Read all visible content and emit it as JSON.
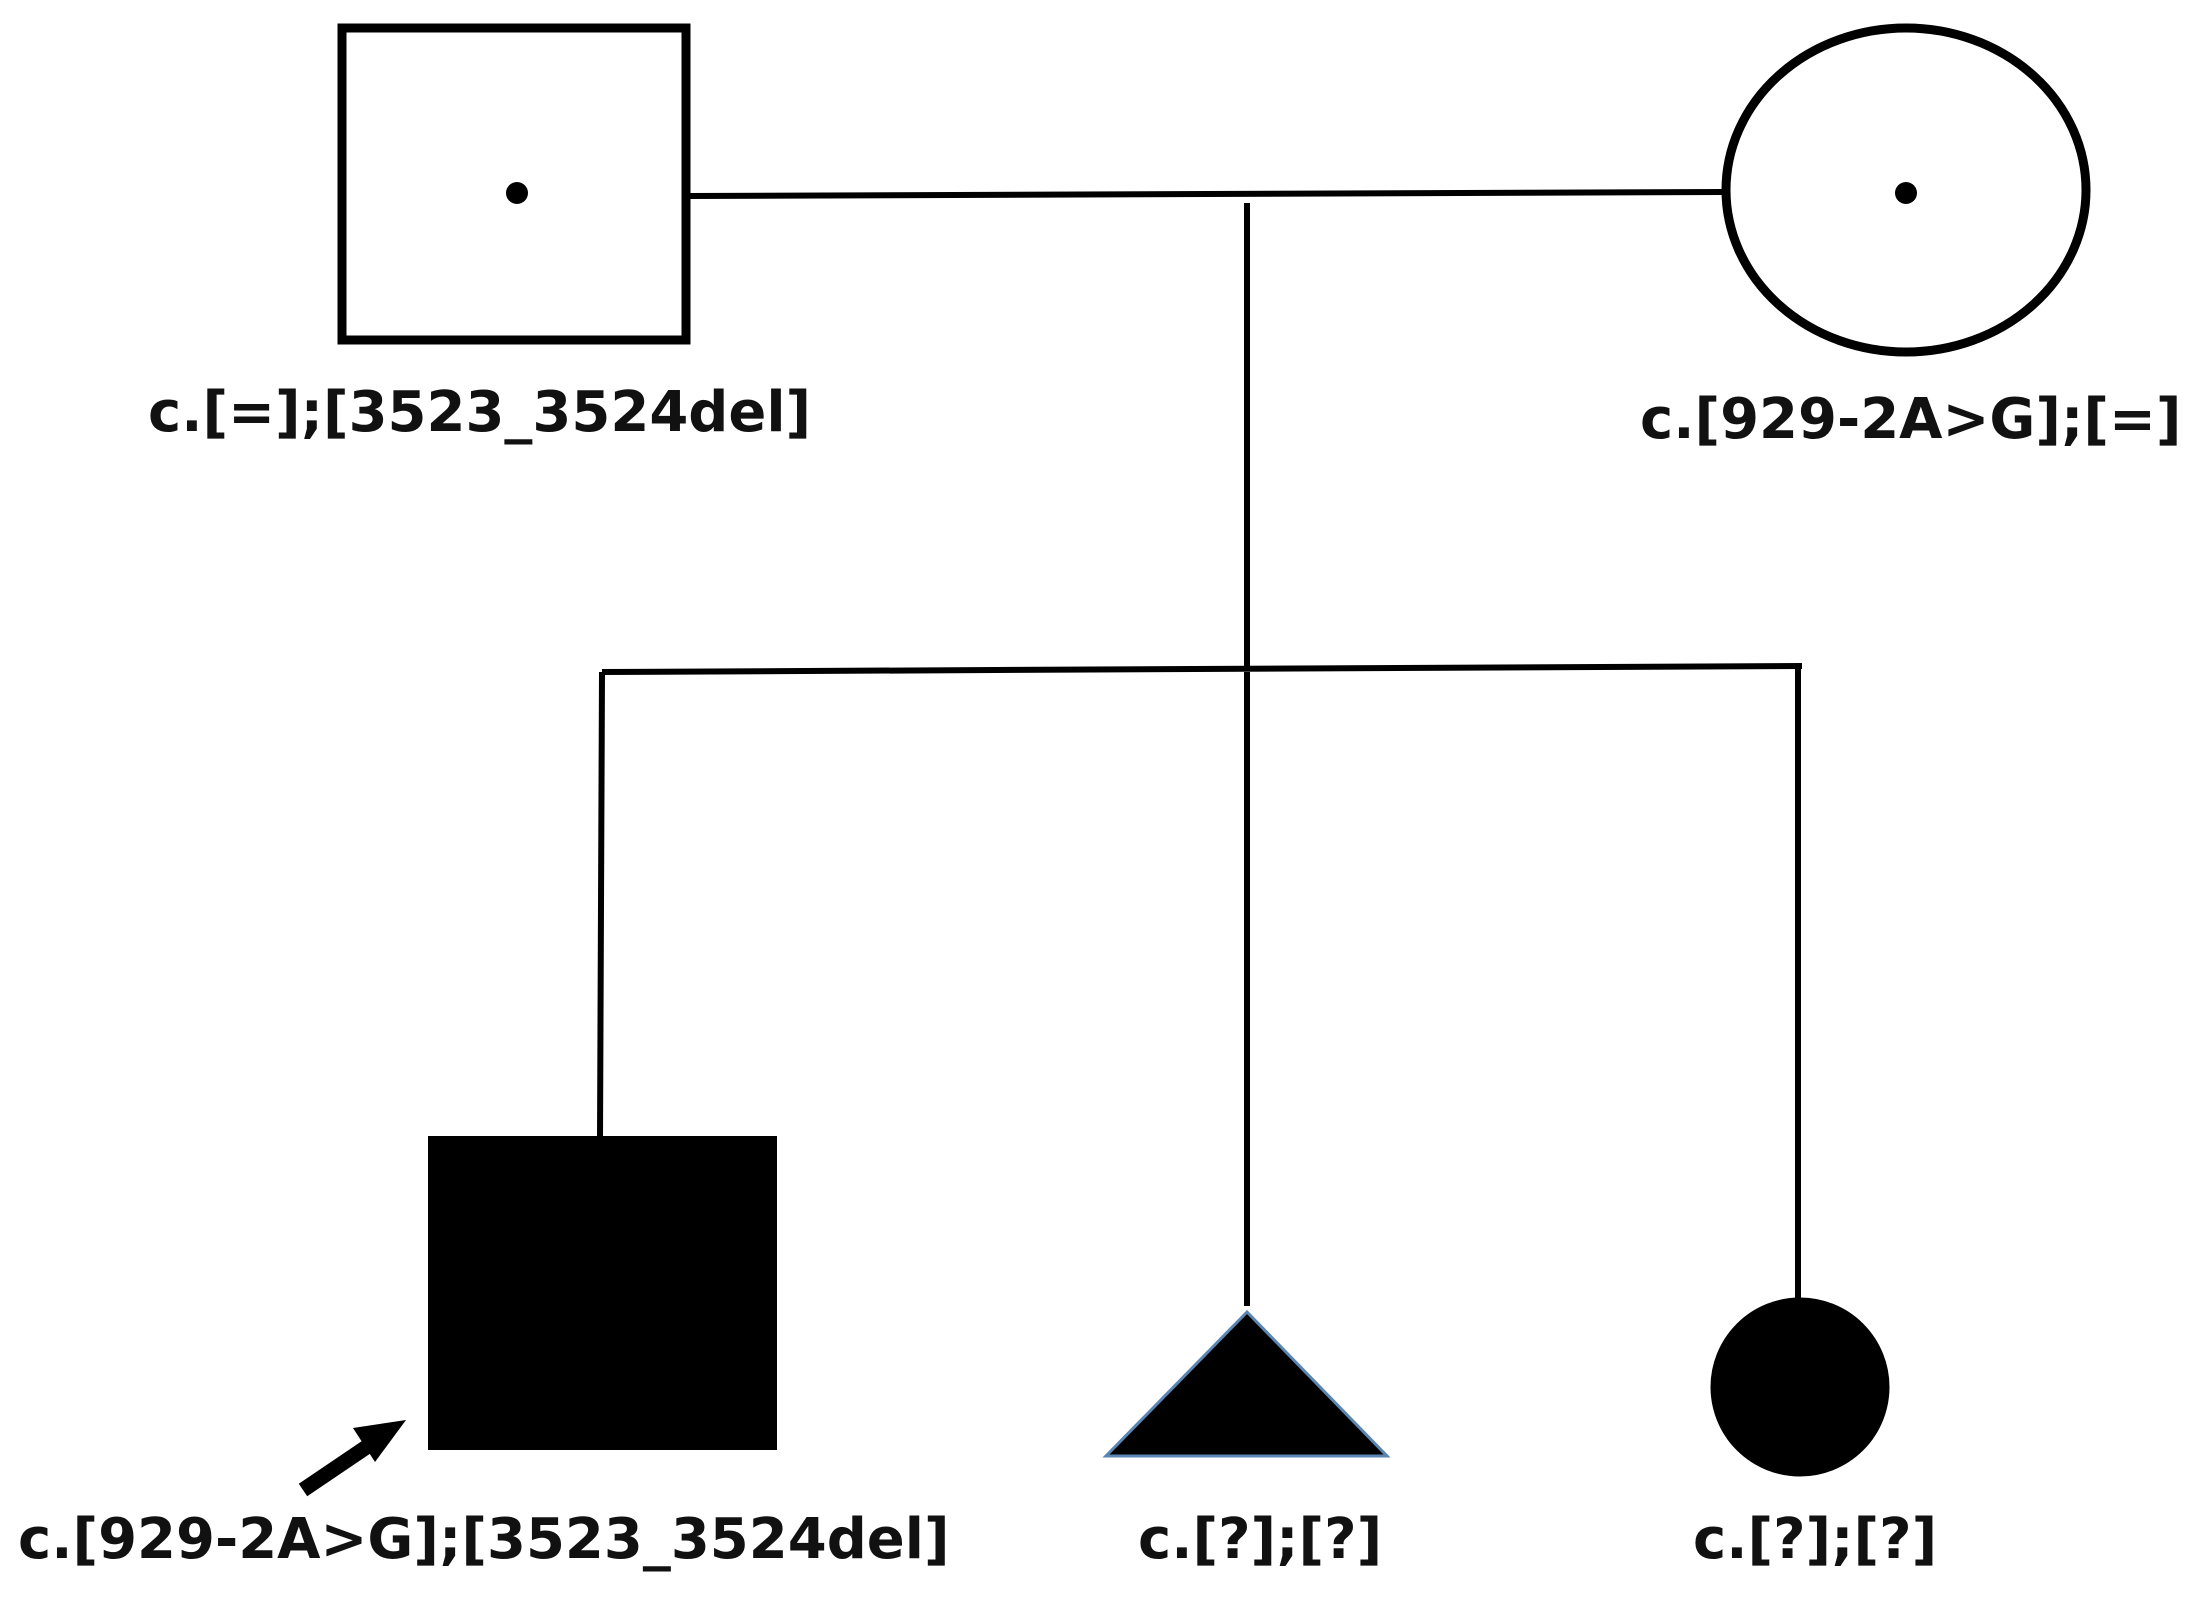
{
  "colors": {
    "line": "#000000",
    "affected_fill": "#000000",
    "unaffected_fill": "#ffffff",
    "triangle_outline": "#5b86b3",
    "background": "#ffffff"
  },
  "individuals": {
    "father": {
      "symbol": "square",
      "status": "carrier",
      "genotype": "c.[=];[3523_3524del]"
    },
    "mother": {
      "symbol": "circle",
      "status": "carrier",
      "genotype": "c.[929-2A>G];[=]"
    },
    "proband": {
      "symbol": "square",
      "status": "affected",
      "is_proband": true,
      "genotype": "c.[929-2A>G];[3523_3524del]"
    },
    "pregnancy": {
      "symbol": "triangle",
      "status": "affected",
      "genotype": "c.[?];[?]"
    },
    "daughter": {
      "symbol": "circle",
      "status": "affected",
      "genotype": "c.[?];[?]"
    }
  }
}
